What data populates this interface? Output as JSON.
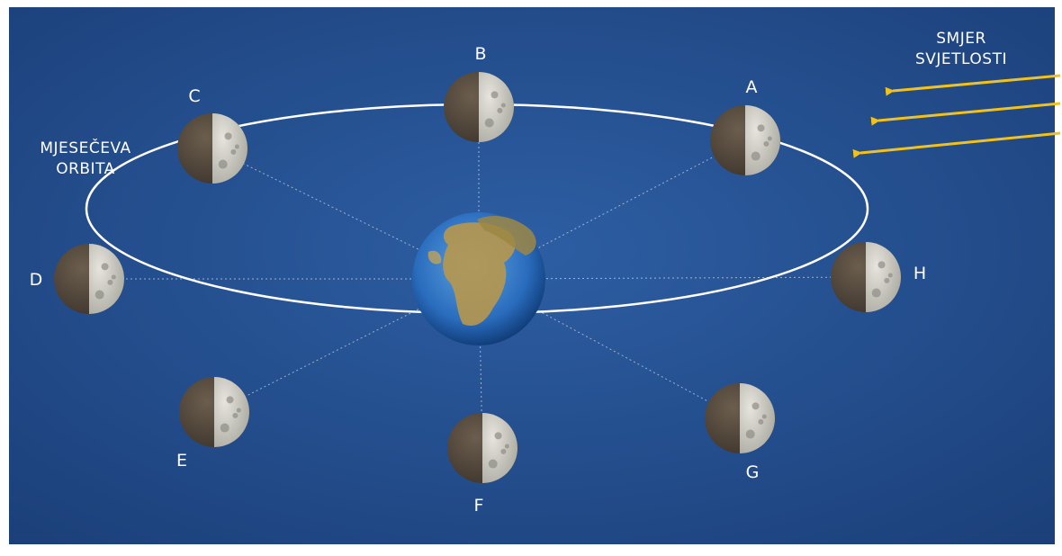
{
  "diagram": {
    "orbit_label_line1": "MJESEČEVA",
    "orbit_label_line2": "ORBITA",
    "light_label_line1": "SMJER",
    "light_label_line2": "SVJETLOSTI",
    "moons": [
      {
        "id": "A",
        "label": "A"
      },
      {
        "id": "B",
        "label": "B"
      },
      {
        "id": "C",
        "label": "C"
      },
      {
        "id": "D",
        "label": "D"
      },
      {
        "id": "E",
        "label": "E"
      },
      {
        "id": "F",
        "label": "F"
      },
      {
        "id": "G",
        "label": "G"
      },
      {
        "id": "H",
        "label": "H"
      }
    ]
  },
  "colors": {
    "background": "#1f4a86",
    "orbit": "#ffffff",
    "arrow": "#f2c21b",
    "moon_dark": "#4a3f33",
    "moon_lit": "#c9c8c2"
  }
}
